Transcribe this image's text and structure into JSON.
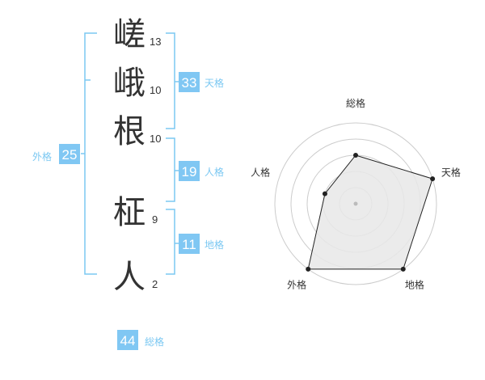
{
  "name": {
    "characters": [
      {
        "char": "嵯",
        "strokes": "13"
      },
      {
        "char": "峨",
        "strokes": "10"
      },
      {
        "char": "根",
        "strokes": "10"
      },
      {
        "char": "柾",
        "strokes": "9"
      },
      {
        "char": "人",
        "strokes": "2"
      }
    ]
  },
  "fortunes": {
    "tenkaku": {
      "value": "33",
      "label": "天格"
    },
    "jinkaku": {
      "value": "19",
      "label": "人格"
    },
    "chikaku": {
      "value": "11",
      "label": "地格"
    },
    "gaikaku": {
      "value": "25",
      "label": "外格"
    },
    "soukaku": {
      "value": "44",
      "label": "総格"
    }
  },
  "colors": {
    "accent": "#7bc8f2",
    "badge": "#80c7f3",
    "grid": "#cccccc",
    "fill": "#e8e8e8",
    "stroke": "#222222",
    "text": "#333333"
  },
  "chart_data": {
    "type": "radar",
    "axes": [
      "総格",
      "天格",
      "地格",
      "外格",
      "人格"
    ],
    "values": [
      3,
      5,
      5,
      5,
      2
    ],
    "max": 5
  }
}
